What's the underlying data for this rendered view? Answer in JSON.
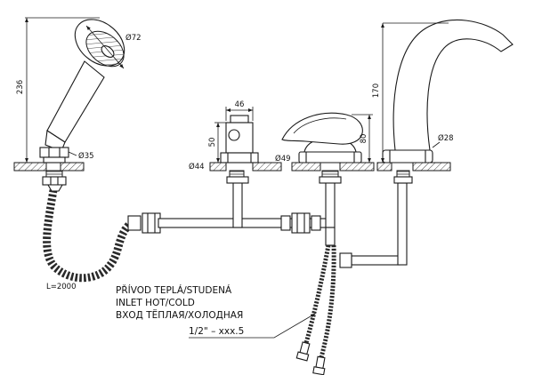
{
  "colors": {
    "line": "#1a1a1a",
    "background": "#ffffff"
  },
  "dims": {
    "shower_height": "236",
    "shower_head_diameter": "Ø72",
    "holder_diameter": "Ø35",
    "valve_width": "46",
    "valve_height": "50",
    "valve_base_diameter": "Ø44",
    "mixer_base_diameter": "Ø49",
    "mixer_height": "80",
    "spout_height": "170",
    "spout_base_diameter": "Ø28",
    "hose_length": "L=2000"
  },
  "notes": {
    "czech": "PŘÍVOD TEPLÁ/STUDENÁ",
    "english": "INLET HOT/COLD",
    "russian": "ВХОД ТЁПЛАЯ/ХОЛОДНАЯ",
    "connection": "1/2\" – xxx.5"
  }
}
